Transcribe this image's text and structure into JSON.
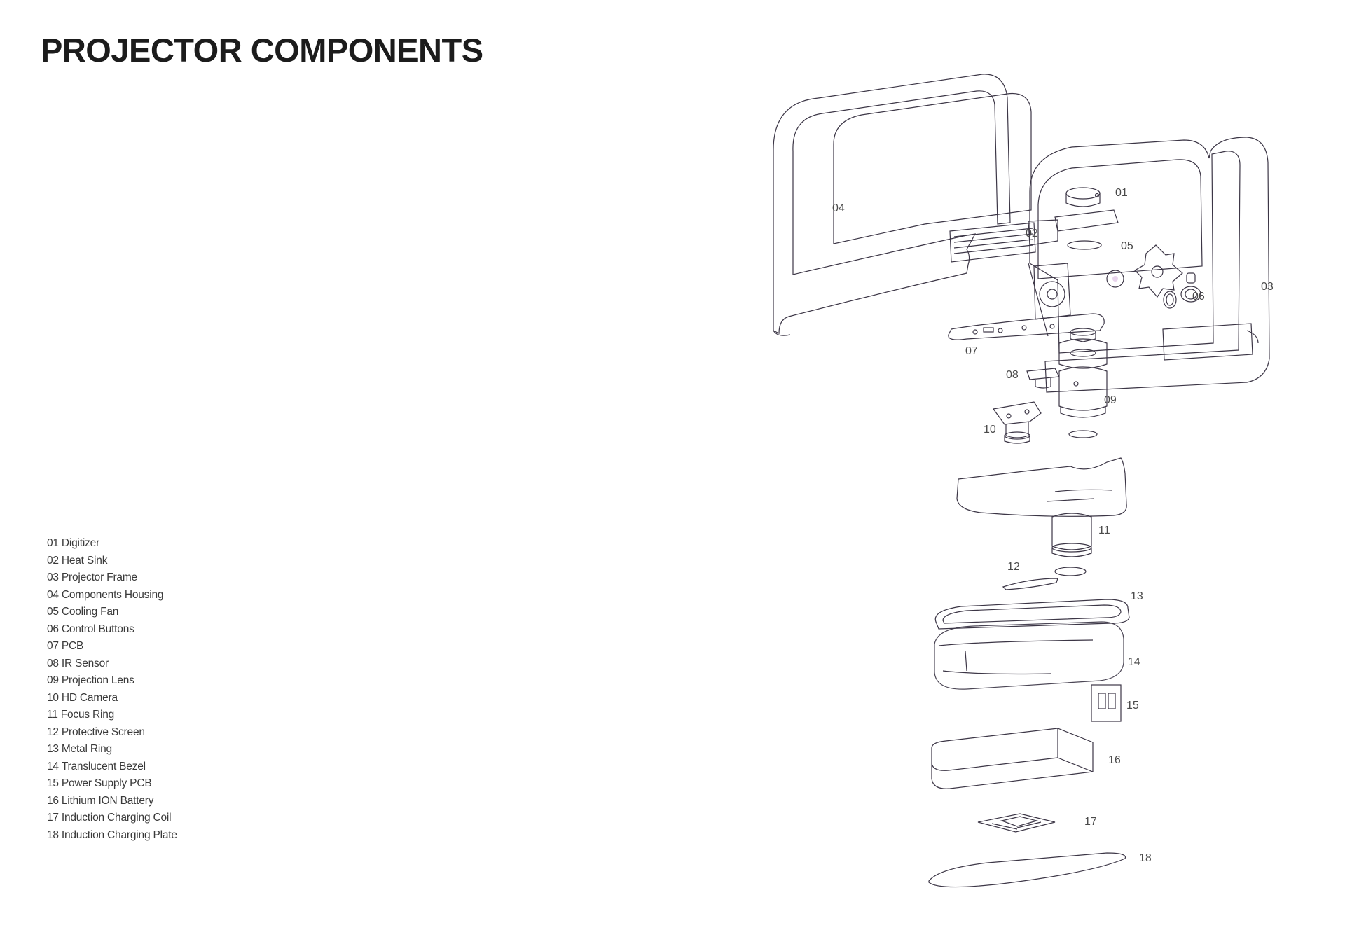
{
  "title": "PROJECTOR COMPONENTS",
  "legend": [
    {
      "num": "01",
      "name": "Digitizer"
    },
    {
      "num": "02",
      "name": "Heat Sink"
    },
    {
      "num": "03",
      "name": "Projector Frame"
    },
    {
      "num": "04",
      "name": "Components Housing"
    },
    {
      "num": "05",
      "name": "Cooling Fan"
    },
    {
      "num": "06",
      "name": "Control Buttons"
    },
    {
      "num": "07",
      "name": "PCB"
    },
    {
      "num": "08",
      "name": "IR Sensor"
    },
    {
      "num": "09",
      "name": "Projection Lens"
    },
    {
      "num": "10",
      "name": "HD Camera"
    },
    {
      "num": "11",
      "name": "Focus Ring"
    },
    {
      "num": "12",
      "name": "Protective Screen"
    },
    {
      "num": "13",
      "name": "Metal Ring"
    },
    {
      "num": "14",
      "name": "Translucent Bezel"
    },
    {
      "num": "15",
      "name": "Power Supply PCB"
    },
    {
      "num": "16",
      "name": "Lithium ION Battery"
    },
    {
      "num": "17",
      "name": "Induction Charging Coil"
    },
    {
      "num": "18",
      "name": "Induction Charging Plate"
    }
  ],
  "callouts": [
    "01",
    "02",
    "03",
    "04",
    "05",
    "06",
    "07",
    "08",
    "09",
    "10",
    "11",
    "12",
    "13",
    "14",
    "15",
    "16",
    "17",
    "18"
  ],
  "colors": {
    "lavender": "#b9a6e0",
    "pink": "#e8b4d8",
    "coral": "#f0a6a6",
    "line": "#3c3646"
  }
}
